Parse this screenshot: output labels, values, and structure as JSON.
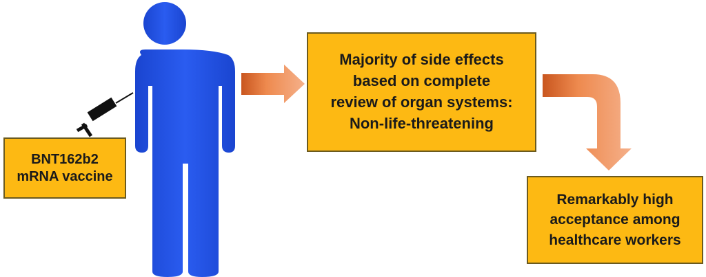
{
  "colors": {
    "box_fill": "#fdb913",
    "figure": "#1f4fe0",
    "arrow": "#e8834a"
  },
  "vaccine_box": {
    "text": "BNT162b2\nmRNA vaccine"
  },
  "side_effects_box": {
    "text": "Majority of side effects\nbased on complete\nreview of organ systems:\nNon-life-threatening"
  },
  "acceptance_box": {
    "text": "Remarkably high\nacceptance among\nhealthcare workers"
  }
}
